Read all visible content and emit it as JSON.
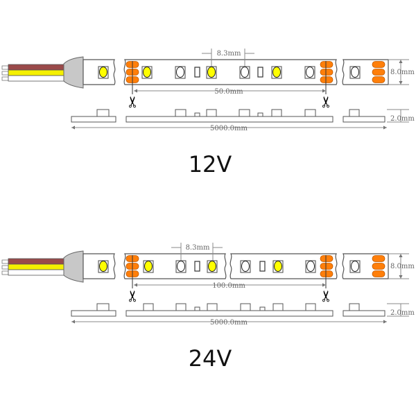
{
  "colors": {
    "pad": "#ff7f0a",
    "led_yellow": "#ffff00",
    "wire_brown": "#9a4a4a",
    "wire_yellow": "#f5f000",
    "connector": "#c8c8c8",
    "line": "#555555"
  },
  "panels": [
    {
      "voltage": "12V",
      "pitch_label": "8.3mm",
      "cut_length_label": "50.0mm",
      "width_label": "8.0mm",
      "height_label": "2.0mm",
      "total_length_label": "5000.0mm"
    },
    {
      "voltage": "24V",
      "pitch_label": "8.3mm",
      "cut_length_label": "100.0mm",
      "width_label": "8.0mm",
      "height_label": "2.0mm",
      "total_length_label": "5000.0mm"
    }
  ]
}
